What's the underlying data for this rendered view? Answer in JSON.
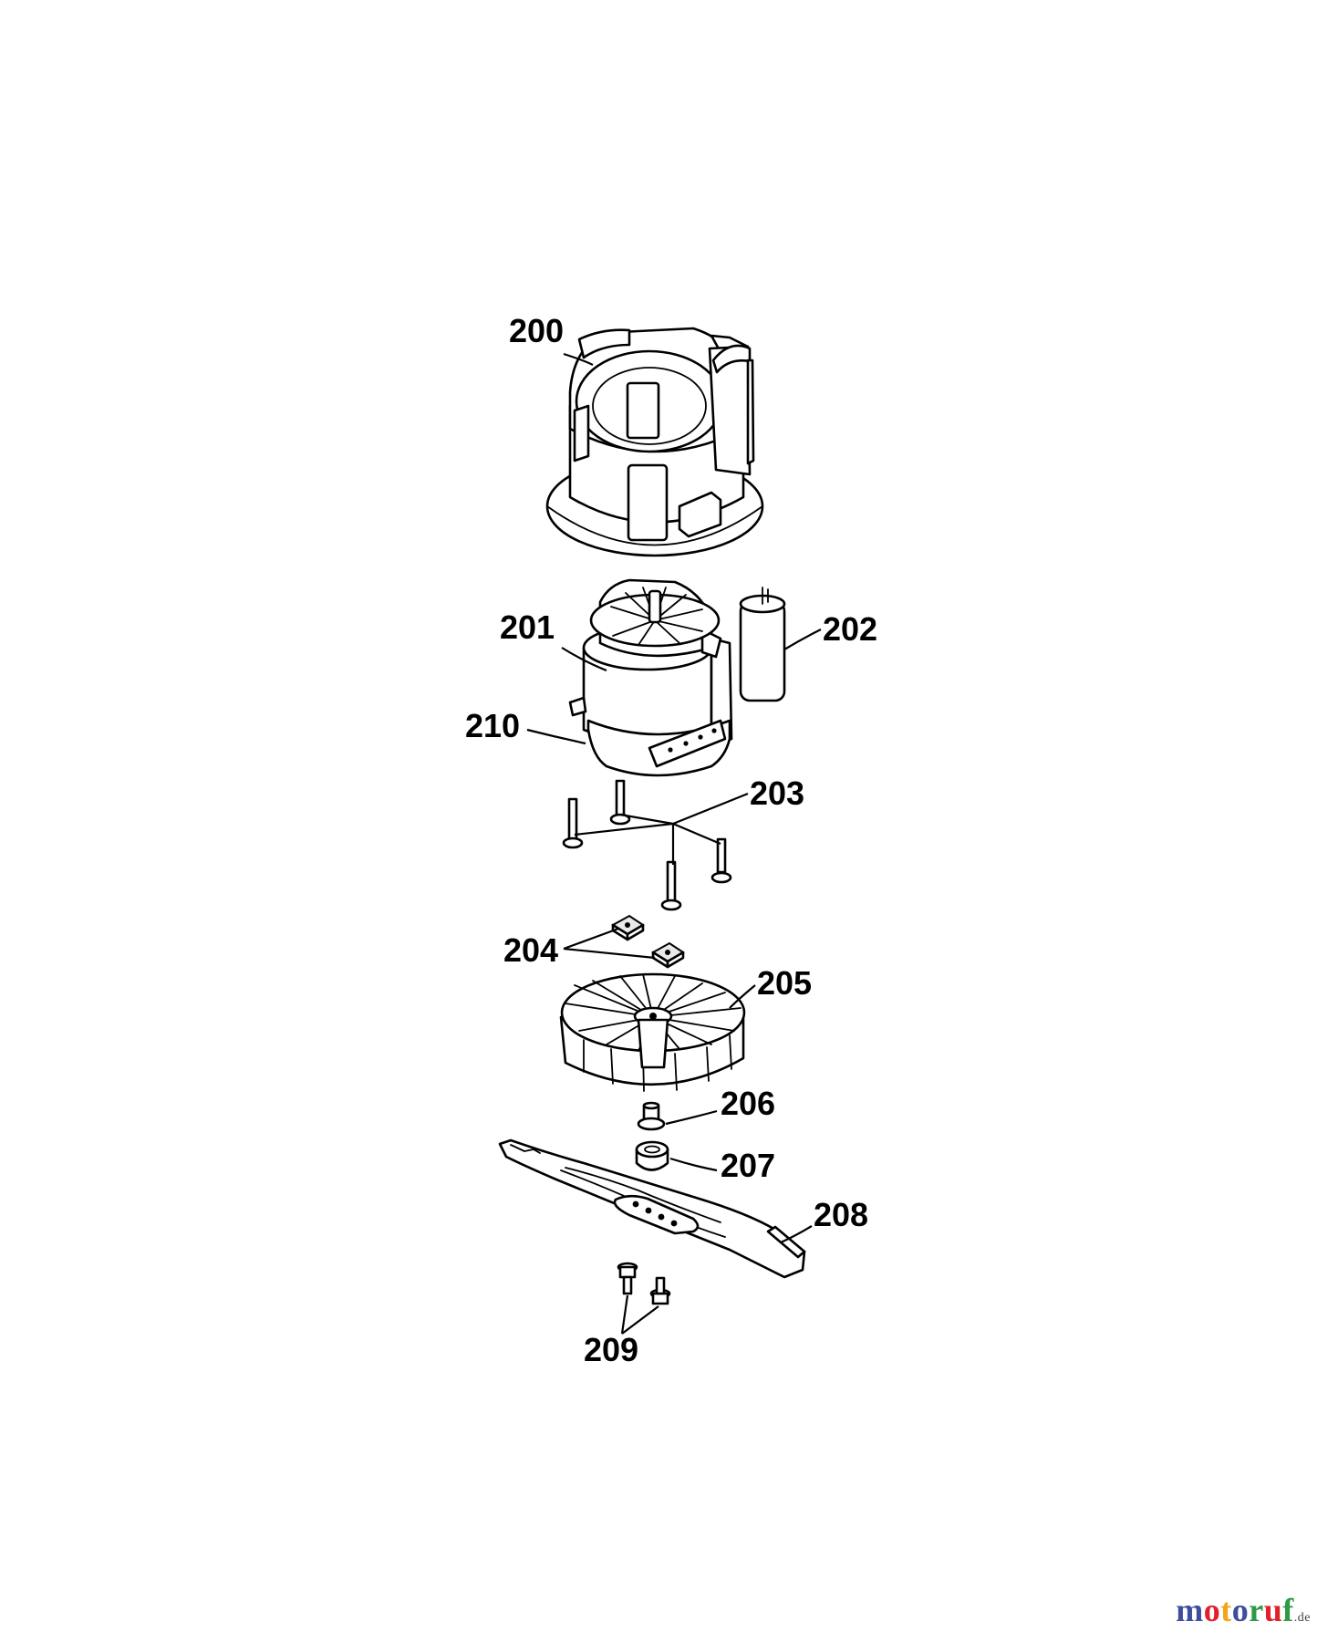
{
  "diagram": {
    "callouts": {
      "c200": "200",
      "c201": "201",
      "c202": "202",
      "c203": "203",
      "c204": "204",
      "c205": "205",
      "c206": "206",
      "c207": "207",
      "c208": "208",
      "c209": "209",
      "c210": "210"
    }
  },
  "watermark": {
    "letters": [
      {
        "char": "m",
        "color": "#3c4e9c"
      },
      {
        "char": "o",
        "color": "#e0212b"
      },
      {
        "char": "t",
        "color": "#f2a51a"
      },
      {
        "char": "o",
        "color": "#3c4e9c"
      },
      {
        "char": "r",
        "color": "#2e9a46"
      },
      {
        "char": "u",
        "color": "#e0212b"
      },
      {
        "char": "f",
        "color": "#2e9a46"
      }
    ],
    "suffix": ".de"
  }
}
